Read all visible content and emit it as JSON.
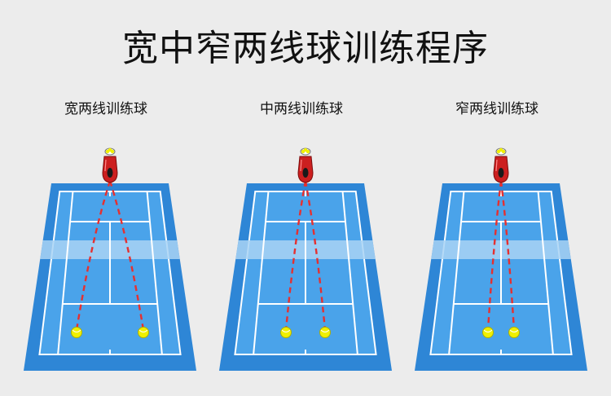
{
  "title": "宽中窄两线球训练程序",
  "panels": [
    {
      "label": "宽两线训练球",
      "mode": "wide"
    },
    {
      "label": "中两线训练球",
      "mode": "medium"
    },
    {
      "label": "窄两线训练球",
      "mode": "narrow"
    }
  ],
  "colors": {
    "background": "#ececec",
    "court_outer": "#2e86d6",
    "court_inner": "#4aa3ea",
    "net_band": "#a9d3f5",
    "lines": "#ffffff",
    "trajectory": "#e53030",
    "ball": "#f0f000",
    "machine": "#cc1f1f"
  },
  "icons": [
    "ball-machine-icon",
    "tennis-ball-icon"
  ]
}
